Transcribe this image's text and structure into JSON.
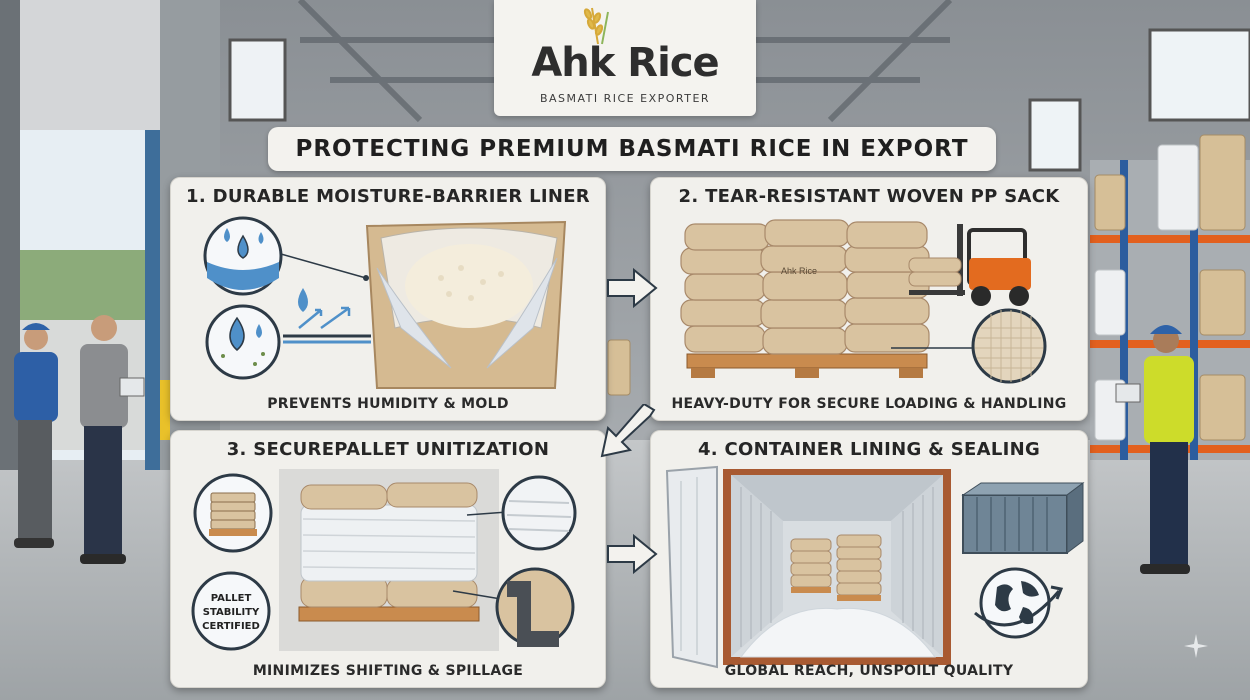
{
  "brand": {
    "name": "Ahk Rice",
    "tagline": "BASMATI RICE EXPORTER"
  },
  "headline": "PROTECTING PREMIUM BASMATI RICE IN EXPORT",
  "panels": [
    {
      "heading": "1. DURABLE MOISTURE-BARRIER LINER",
      "caption": "PREVENTS HUMIDITY & MOLD"
    },
    {
      "heading": "2. TEAR-RESISTANT WOVEN PP SACK",
      "caption": "HEAVY-DUTY FOR SECURE LOADING & HANDLING",
      "sack_label": "Ahk Rice"
    },
    {
      "heading": "3. SECUREPALLET UNITIZATION",
      "caption": "MINIMIZES SHIFTING & SPILLAGE",
      "badge": [
        "PALLET",
        "STABILITY",
        "CERTIFIED"
      ]
    },
    {
      "heading": "4. CONTAINER LINING & SEALING",
      "caption": "GLOBAL REACH, UNSPOILT QUALITY"
    }
  ],
  "colors": {
    "panel_bg": "#f1f0ec",
    "sack": "#d9c3a0",
    "pallet_wood": "#c98b4e",
    "rack_orange": "#e2601e",
    "forklift_orange": "#e36b1f",
    "container_blue": "#6f8596"
  }
}
